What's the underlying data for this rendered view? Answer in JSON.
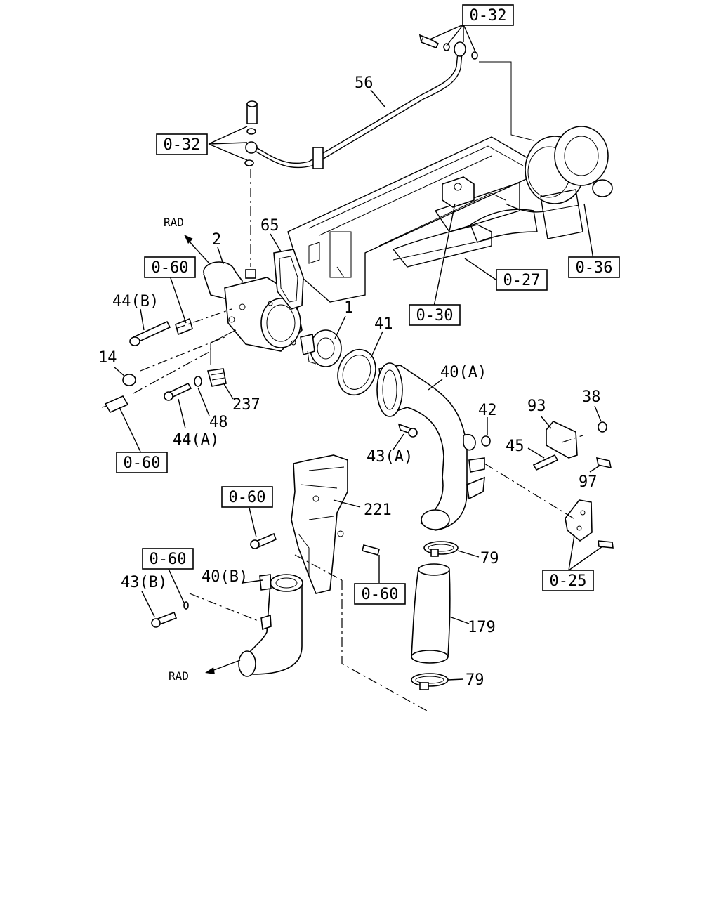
{
  "refs": {
    "r032_top": "0-32",
    "r032_left": "0-32",
    "r060_a": "0-60",
    "r060_b": "0-60",
    "r060_c": "0-60",
    "r060_d": "0-60",
    "r060_e": "0-60",
    "r036": "0-36",
    "r027": "0-27",
    "r030": "0-30",
    "r025": "0-25"
  },
  "parts": {
    "p56": "56",
    "p65": "65",
    "p2": "2",
    "p1": "1",
    "p41": "41",
    "p44b": "44(B)",
    "p14": "14",
    "p237": "237",
    "p48": "48",
    "p44a": "44(A)",
    "p40a": "40(A)",
    "p42": "42",
    "p43a": "43(A)",
    "p93": "93",
    "p38": "38",
    "p45": "45",
    "p97": "97",
    "p221": "221",
    "p79a": "79",
    "p79b": "79",
    "p179": "179",
    "p40b": "40(B)",
    "p43b": "43(B)"
  },
  "directions": {
    "rad_top": "RAD",
    "rad_bottom": "RAD"
  }
}
